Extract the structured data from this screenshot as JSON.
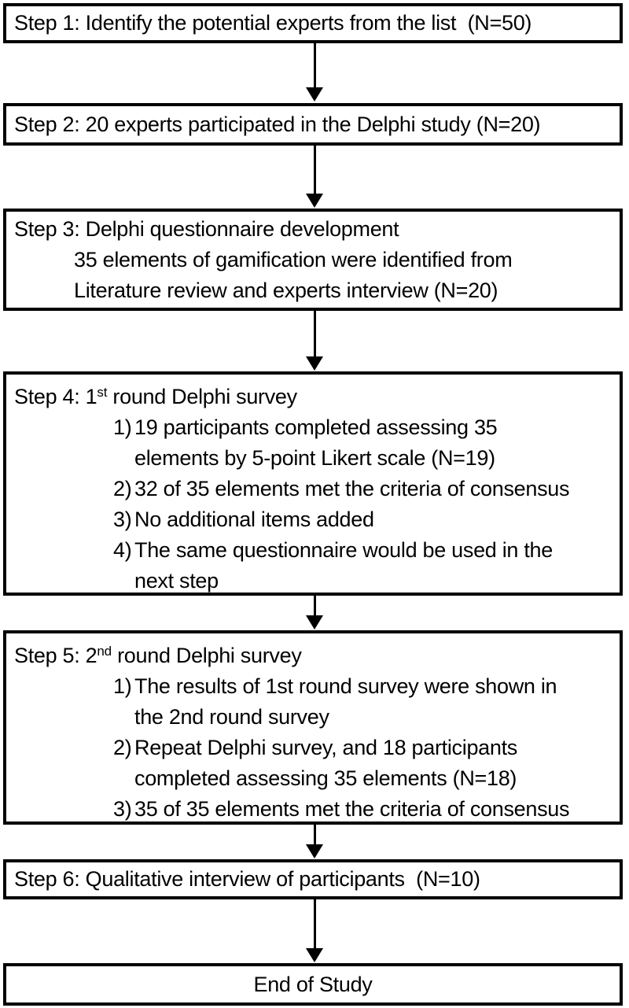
{
  "figure": {
    "background_color": "#ffffff",
    "border_color": "#000000",
    "text_color": "#000000",
    "arrow_color": "#000000"
  },
  "steps": [
    {
      "text": "Step 1: Identify the potential experts from the list  (N=50)"
    },
    {
      "text": "Step 2: 20 experts participated in the Delphi study (N=20)"
    },
    {
      "title": "Step 3: Delphi questionnaire development",
      "lines": [
        "35 elements of gamification were identified from",
        "Literature review and experts interview (N=20)"
      ]
    },
    {
      "title_prefix": "Step 4: 1",
      "title_sup": "st",
      "title_suffix": " round Delphi survey",
      "items": [
        {
          "marker": "1)",
          "lines": [
            "19 participants completed assessing 35",
            "elements by 5-point Likert scale (N=19)"
          ]
        },
        {
          "marker": "2)",
          "lines": [
            "32 of 35 elements met the criteria of consensus"
          ]
        },
        {
          "marker": "3)",
          "lines": [
            "No additional items added"
          ]
        },
        {
          "marker": "4)",
          "lines": [
            "The same questionnaire would be used in the",
            "next step"
          ]
        }
      ]
    },
    {
      "title_prefix": "Step 5: 2",
      "title_sup": "nd",
      "title_suffix": " round Delphi survey",
      "items": [
        {
          "marker": "1)",
          "lines": [
            "The results of 1st round survey were shown in",
            "the 2nd round survey"
          ]
        },
        {
          "marker": "2)",
          "lines": [
            "Repeat Delphi survey, and 18 participants",
            "completed assessing 35 elements (N=18)"
          ]
        },
        {
          "marker": "3)",
          "lines": [
            "35 of 35 elements met the criteria of consensus"
          ]
        }
      ]
    },
    {
      "text": "Step 6: Qualitative interview of participants  (N=10)"
    },
    {
      "text": "End of Study"
    }
  ]
}
